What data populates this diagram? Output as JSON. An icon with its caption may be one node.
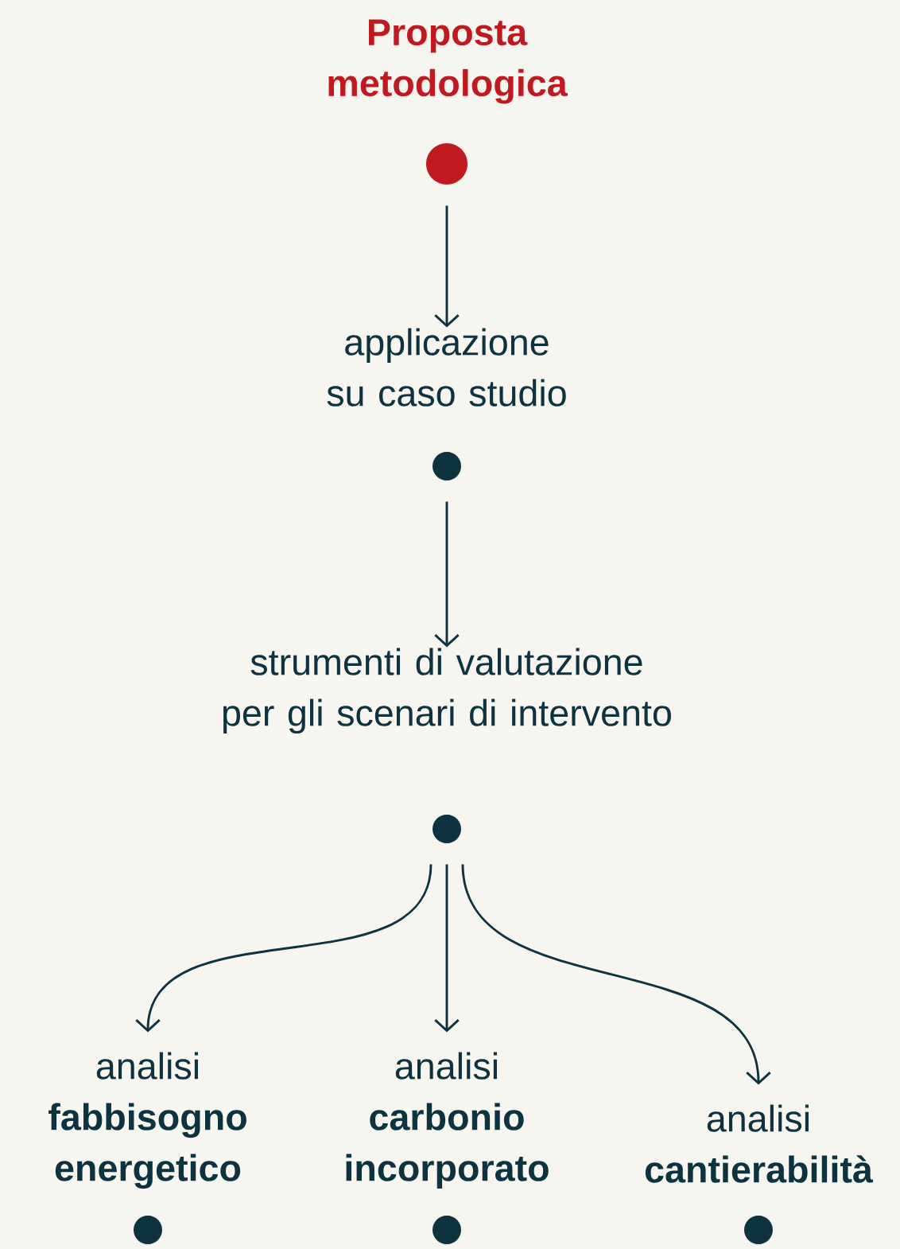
{
  "diagram": {
    "nodes": [
      {
        "text": [
          "Proposta metodologica"
        ]
      },
      {
        "text": [
          "applicazione su caso studio"
        ]
      },
      {
        "text": [
          "strumenti di valutazione per gli scenari di intervento"
        ]
      },
      {
        "text": [
          "analisi",
          "fabbisogno energetico"
        ]
      },
      {
        "text": [
          "analisi",
          "carbonio incorporato"
        ]
      },
      {
        "text": [
          "analisi",
          "cantierabilità"
        ]
      }
    ],
    "edges": [
      {
        "from": 0,
        "to": 1,
        "arrow": "to"
      },
      {
        "from": 1,
        "to": 2,
        "arrow": "to"
      },
      {
        "from": 2,
        "to": 3,
        "arrow": "to"
      },
      {
        "from": 2,
        "to": 4,
        "arrow": "to"
      },
      {
        "from": 2,
        "to": 5,
        "arrow": "to"
      }
    ]
  }
}
